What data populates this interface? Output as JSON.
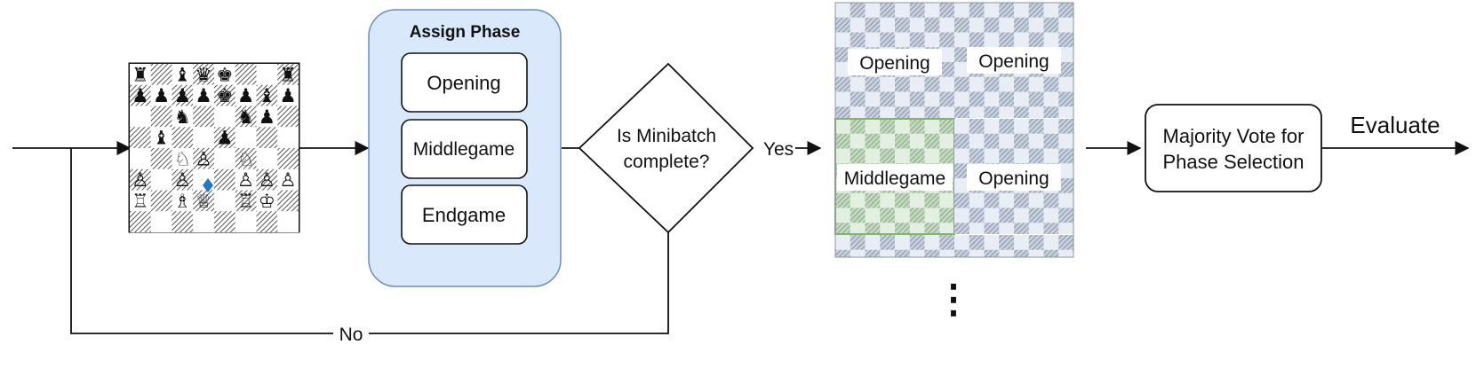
{
  "assign_phase": {
    "title": "Assign Phase",
    "options": [
      "Opening",
      "Middlegame",
      "Endgame"
    ]
  },
  "decision": {
    "line1": "Is Minibatch",
    "line2": "complete?",
    "yes_label": "Yes",
    "no_label": "No"
  },
  "minibatch": {
    "tiles": [
      {
        "label": "Opening",
        "highlight": false
      },
      {
        "label": "Opening",
        "highlight": false
      },
      {
        "label": "Middlegame",
        "highlight": true
      },
      {
        "label": "Opening",
        "highlight": false
      }
    ],
    "ellipsis": "⋮"
  },
  "vote": {
    "line1": "Majority Vote for",
    "line2": "Phase Selection"
  },
  "output_label": "Evaluate",
  "colors": {
    "phase_panel_fill": "#dae8fc",
    "phase_panel_stroke": "#6c8ebf",
    "tile_light": "#e9edf5",
    "tile_dark": "#b7c1d3",
    "highlight_fill": "#d5e8d4",
    "highlight_stroke": "#82b366"
  },
  "board": {
    "rows": [
      "r.bqk..r",
      "ppppkpbp",
      "..n..np.",
      ".b..p...",
      "..NP.N..",
      "P.P..PPP",
      "R.BQ.RK."
    ]
  }
}
